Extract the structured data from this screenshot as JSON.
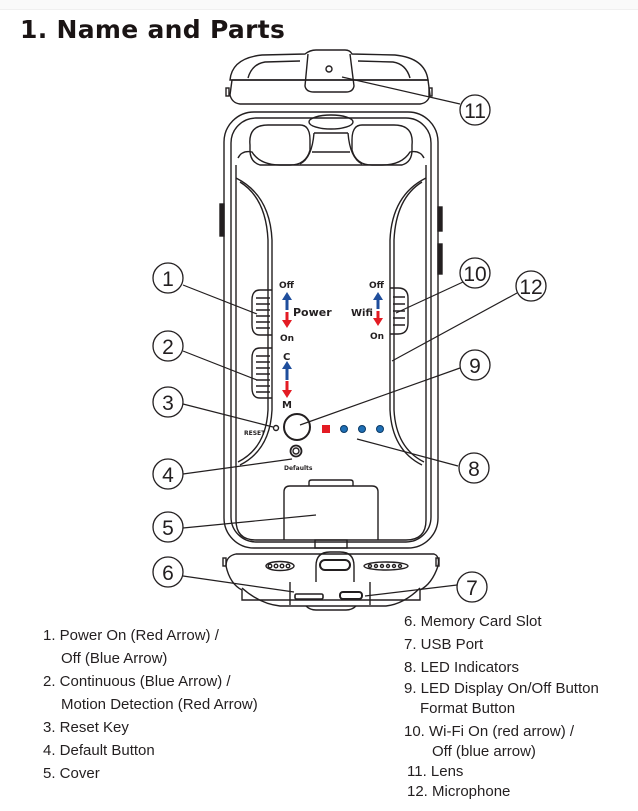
{
  "page": {
    "title": "1. Name and Parts"
  },
  "diagram": {
    "labels": {
      "power_off": "Off",
      "power": "Power",
      "power_on": "On",
      "mode_c": "C",
      "mode_m": "M",
      "wifi_off": "Off",
      "wifi": "Wifi",
      "wifi_on": "On",
      "reset": "RESET",
      "defaults": "Defaults"
    },
    "callouts": [
      "1",
      "2",
      "3",
      "4",
      "5",
      "6",
      "7",
      "8",
      "9",
      "10",
      "11",
      "12"
    ],
    "colors": {
      "blue_arrow": "#1f4e9c",
      "red_arrow": "#e31b23",
      "led_red": "#e31b23",
      "led_blue": "#1f6fb5",
      "outline": "#231f20"
    }
  },
  "legend": {
    "left": [
      {
        "text": "1. Power On (Red Arrow) /"
      },
      {
        "text": "Off (Blue Arrow)",
        "continuation": true
      },
      {
        "text": "2. Continuous (Blue Arrow) /"
      },
      {
        "text": "Motion Detection (Red Arrow)",
        "continuation": true
      },
      {
        "text": "3. Reset Key"
      },
      {
        "text": "4. Default Button"
      },
      {
        "text": "5. Cover"
      }
    ],
    "right": [
      {
        "text": "6. Memory Card Slot"
      },
      {
        "text": "7. USB Port"
      },
      {
        "text": "8. LED Indicators"
      },
      {
        "text": "9. LED Display On/Off Button"
      },
      {
        "text": "Format Button",
        "continuation": true
      },
      {
        "text": "10. Wi-Fi On (red arrow) /"
      },
      {
        "text": "Off (blue arrow)",
        "continuation": true
      },
      {
        "text": "11. Lens"
      },
      {
        "text": "12. Microphone"
      }
    ]
  }
}
